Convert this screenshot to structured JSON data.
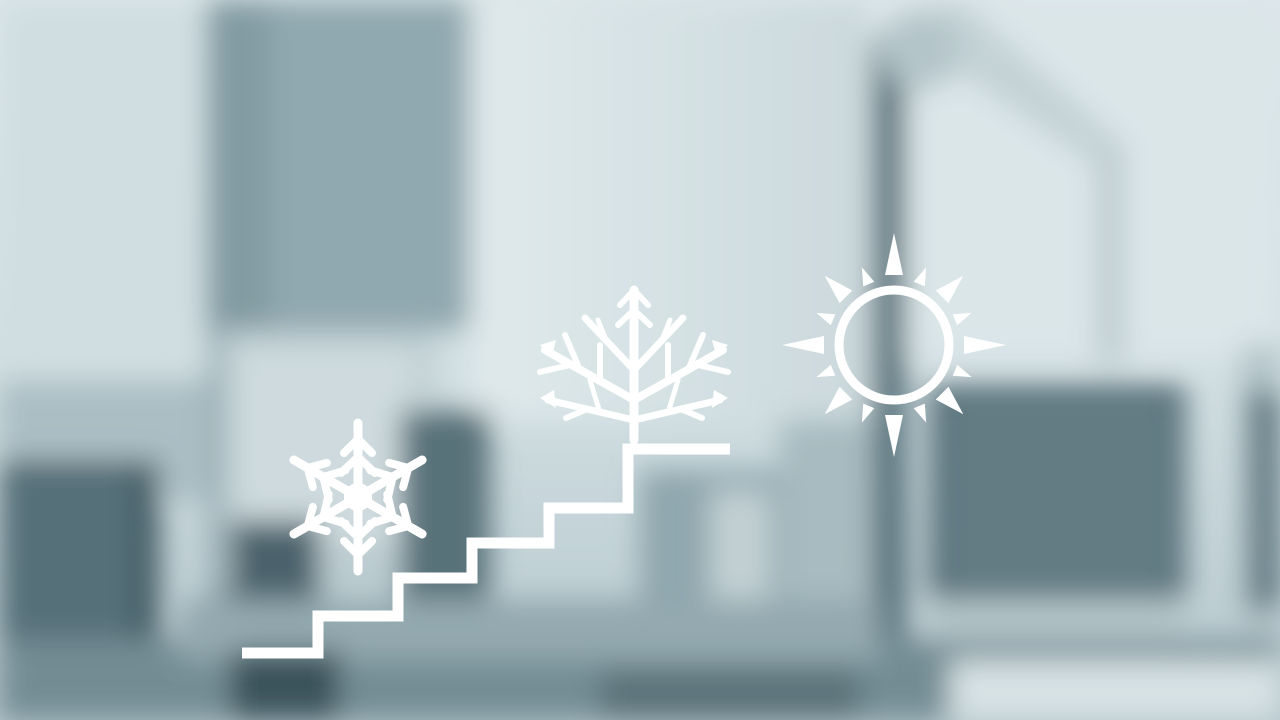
{
  "scene": {
    "palette": {
      "sky": "#dfe8ea",
      "wall": "#c3d0d4",
      "dark": "#3e5560",
      "mid": "#7c949c",
      "icon": "#ffffff"
    },
    "icons": [
      {
        "name": "snowflake-icon",
        "season": "winter"
      },
      {
        "name": "bare-tree-icon",
        "season": "spring"
      },
      {
        "name": "sun-icon",
        "season": "summer"
      }
    ],
    "steps_icon": "staircase-icon",
    "background": "blurred-office-interior"
  }
}
